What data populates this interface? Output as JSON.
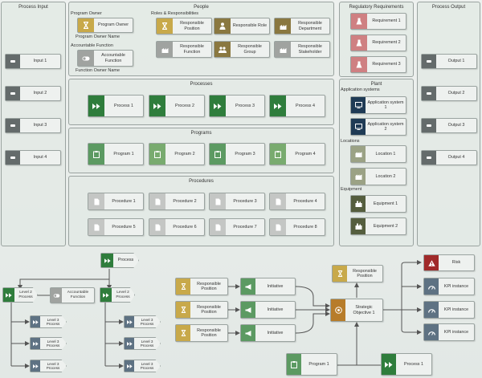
{
  "panels": {
    "process_input": "Process Input",
    "people": "People",
    "regulatory": "Regulatory Requirements",
    "process_output": "Process Output",
    "processes": "Processes",
    "plant": "Plant",
    "programs": "Programs",
    "procedures": "Procedures"
  },
  "people": {
    "program_owner_heading": "Program Owner",
    "program_owner": "Program Owner",
    "program_owner_name": "Program Owner Name",
    "accountable_heading": "Accountable Function",
    "accountable_function": "Accountable Function",
    "function_owner_name": "Function Owner Name",
    "roles_heading": "Roles & Responsibilities",
    "roles": [
      "Responsible Position",
      "Responsible Role",
      "Responsible Department",
      "Responsible Function",
      "Responsible Group",
      "Responsible Stakeholder"
    ]
  },
  "inputs": [
    "Input 1",
    "Input 2",
    "Input 3",
    "Input 4"
  ],
  "outputs": [
    "Output 1",
    "Output 2",
    "Output 3",
    "Output 4"
  ],
  "requirements": [
    "Requirement 1",
    "Requirement 2",
    "Requirement 3"
  ],
  "processes": [
    "Process 1",
    "Process 2",
    "Process 3",
    "Process 4"
  ],
  "programs": [
    "Program 1",
    "Program 2",
    "Program 3",
    "Program 4"
  ],
  "procedures": [
    "Procedure 1",
    "Procedure 2",
    "Procedure 3",
    "Procedure 4",
    "Procedure 5",
    "Procedure 6",
    "Procedure 7",
    "Procedure 8"
  ],
  "plant": {
    "app_heading": "Application systems",
    "apps": [
      "Application system 1",
      "Application system 2"
    ],
    "loc_heading": "Locations",
    "locations": [
      "Location 1",
      "Location 2"
    ],
    "eq_heading": "Equipment",
    "equipment": [
      "Equipment 1",
      "Equipment 2"
    ]
  },
  "hierarchy": {
    "process": "Process",
    "level2": "Level 2 Process",
    "accountable": "Accountable Function",
    "level3": "Level 3 Process"
  },
  "flow": {
    "position": "Responsible Position",
    "initiative": "Initiative",
    "objective": "Strategic Objective 1",
    "objective_position": "Responsible Position",
    "risk": "Risk",
    "kpi": "KPI instance",
    "program": "Program 1",
    "process": "Process 1"
  },
  "colors": {
    "gold": "#c8a94a",
    "dark_gold": "#8a7840",
    "gray": "#a0a3a0",
    "light_gray": "#c4c6c4",
    "green": "#2f7d3c",
    "mid_green": "#5c9a62",
    "light_green": "#79ab6f",
    "steel": "#5e7283",
    "io_gray": "#646b6b",
    "pink": "#cf8082",
    "navy": "#1f3b55",
    "olive": "#9ba285",
    "dark_olive": "#555e3e",
    "orange": "#b77c2a",
    "red": "#a02a2a"
  }
}
